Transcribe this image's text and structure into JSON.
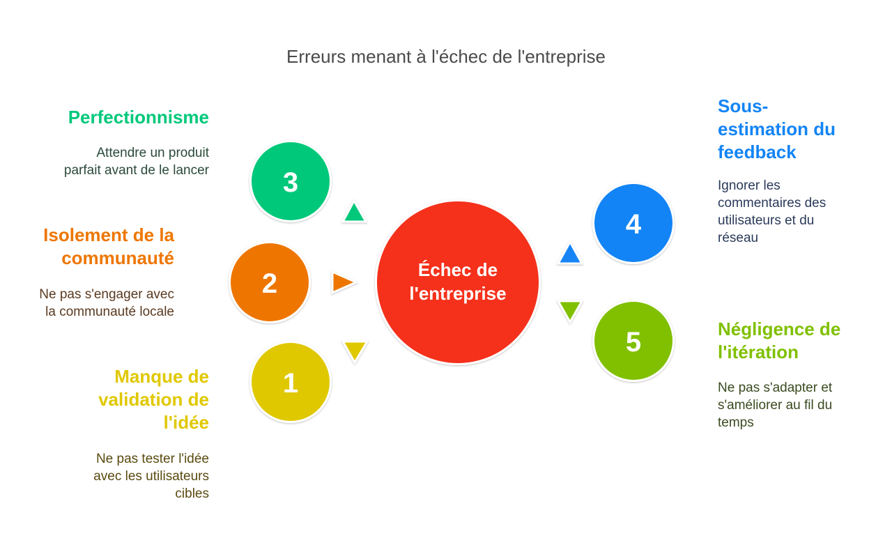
{
  "title": "Erreurs menant à l'échec de l'entreprise",
  "center": {
    "label": "Échec de l'entreprise",
    "color": "#f5311b"
  },
  "items": [
    {
      "number": "1",
      "heading": "Manque de validation de l'idée",
      "description": "Ne pas tester l'idée avec les utilisateurs cibles",
      "color": "#e0c800",
      "text_color": "#5a4a10"
    },
    {
      "number": "2",
      "heading": "Isolement de la communauté",
      "description": "Ne pas s'engager avec la communauté locale",
      "color": "#ee7600",
      "text_color": "#5a3a20"
    },
    {
      "number": "3",
      "heading": "Perfectionnisme",
      "description": "Attendre un produit parfait avant de le lancer",
      "color": "#00c87a",
      "text_color": "#2a4a3a"
    },
    {
      "number": "4",
      "heading": "Sous-estimation du feedback",
      "description": "Ignorer les commentaires des utilisateurs et du réseau",
      "color": "#1384f5",
      "text_color": "#2a3a5a"
    },
    {
      "number": "5",
      "heading": "Négligence de l'itération",
      "description": "Ne pas s'adapter et s'améliorer au fil du temps",
      "color": "#80c000",
      "text_color": "#3a4a20"
    }
  ]
}
